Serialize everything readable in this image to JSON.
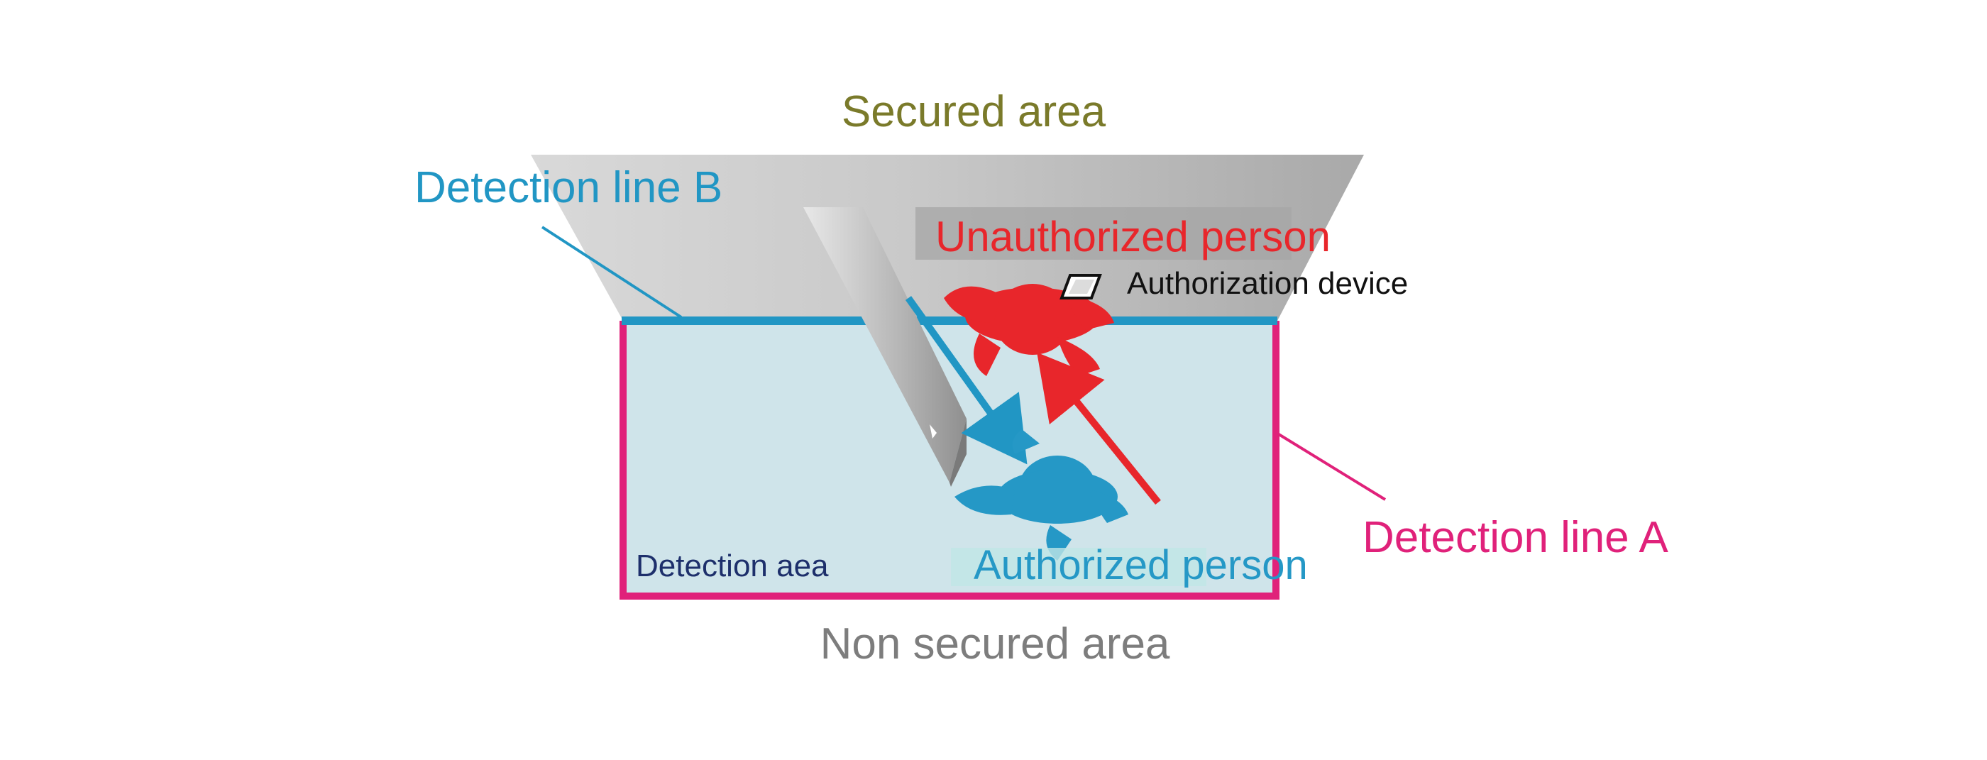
{
  "labels": {
    "secured_area": "Secured area",
    "detection_line_b": "Detection line B",
    "unauthorized_person": "Unauthorized person",
    "authorization_device": "Authorization device",
    "detection_line_a": "Detection line A",
    "detection_area": "Detection aea",
    "authorized_person": "Authorized person",
    "non_secured_area": "Non secured area"
  },
  "colors": {
    "secured_label": "#7a7a2a",
    "detection_line_b": "#2196c4",
    "detection_line_a": "#e0217a",
    "unauthorized": "#e8262b",
    "authorized": "#2598c6",
    "detection_area_fill": "#cfe4ea",
    "detection_area_label": "#1d2f6b",
    "non_secured_label": "#7d7d7d",
    "black_text": "#111111"
  },
  "icons": {
    "authorization_device": "card-reader-icon",
    "unauthorized_person": "person-topdown-icon",
    "authorized_person": "person-topdown-icon",
    "door": "open-door-icon"
  }
}
